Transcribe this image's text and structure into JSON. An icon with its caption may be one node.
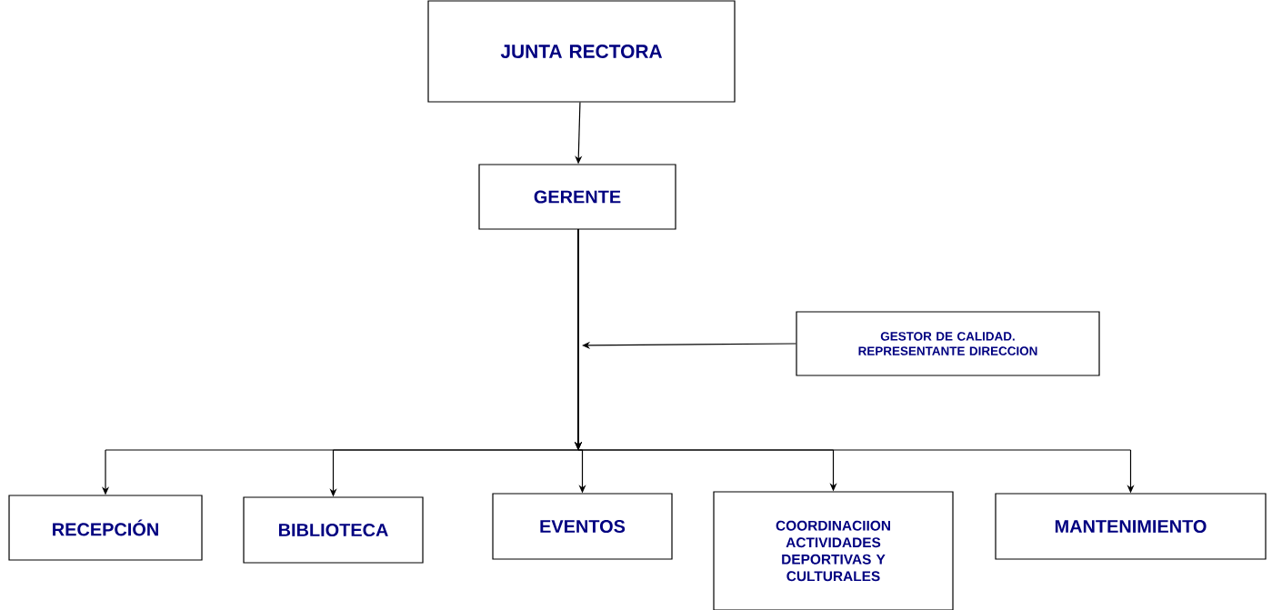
{
  "diagram": {
    "nodes": [
      {
        "text": [
          "JUNTA RECTORA"
        ]
      },
      {
        "text": [
          "GERENTE"
        ]
      },
      {
        "text": [
          "GESTOR DE CALIDAD. REPRESENTANTE DIRECCION"
        ]
      },
      {
        "text": [
          "RECEPCIÓN"
        ]
      },
      {
        "text": [
          "BIBLIOTECA"
        ]
      },
      {
        "text": [
          "EVENTOS"
        ]
      },
      {
        "text": [
          "COORDINACIION ACTIVIDADES DEPORTIVAS Y CULTURALES"
        ]
      },
      {
        "text": [
          "MANTENIMIENTO"
        ]
      }
    ],
    "edges": [
      {
        "from": 0,
        "to": 1,
        "arrow": "to"
      },
      {
        "from": 2,
        "to": null,
        "arrow": "to"
      },
      {
        "from": 1,
        "to": 3,
        "arrow": "to"
      },
      {
        "from": 1,
        "to": 4,
        "arrow": "to"
      },
      {
        "from": 1,
        "to": 5,
        "arrow": "to"
      },
      {
        "from": 1,
        "to": 6,
        "arrow": "to"
      },
      {
        "from": 1,
        "to": 7,
        "arrow": "to"
      }
    ]
  }
}
